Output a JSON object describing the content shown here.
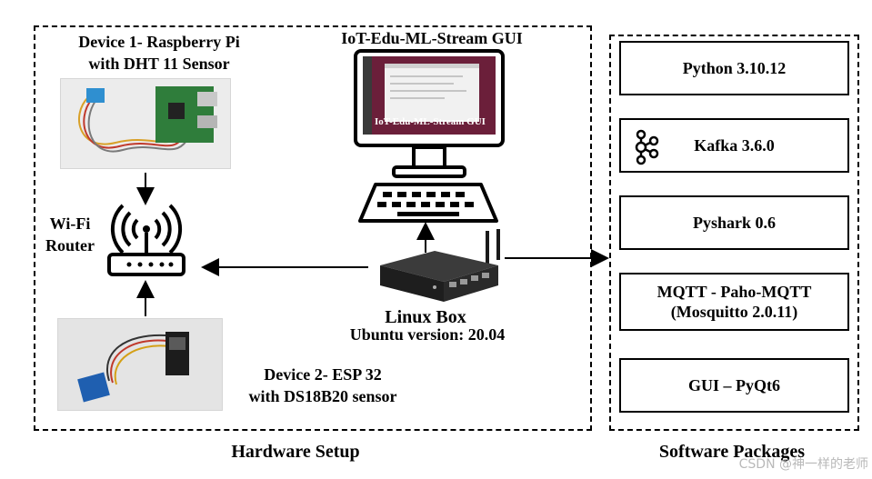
{
  "hardware": {
    "caption": "Hardware Setup",
    "device1_line1": "Device 1- Raspberry  Pi",
    "device1_line2": "with DHT 11 Sensor",
    "device2_line1": "Device 2- ESP 32",
    "device2_line2": "with DS18B20 sensor",
    "router_line1": "Wi-Fi",
    "router_line2": "Router",
    "gui_title": "IoT-Edu-ML-Stream GUI",
    "screen_label": "IoT-Edu-ML-Stream GUI",
    "linux_box": "Linux Box",
    "ubuntu": "Ubuntu version: 20.04"
  },
  "software": {
    "caption": "Software Packages",
    "packages": [
      "Python 3.10.12",
      "Kafka 3.6.0",
      "Pyshark  0.6",
      "MQTT - Paho-MQTT",
      "(Mosquitto 2.0.11)",
      "GUI – PyQt6"
    ]
  },
  "watermark": "CSDN @神一样的老师",
  "icons": [
    "kafka-icon",
    "wifi-router-icon",
    "monitor-icon",
    "keyboard-icon",
    "linux-box-icon"
  ]
}
